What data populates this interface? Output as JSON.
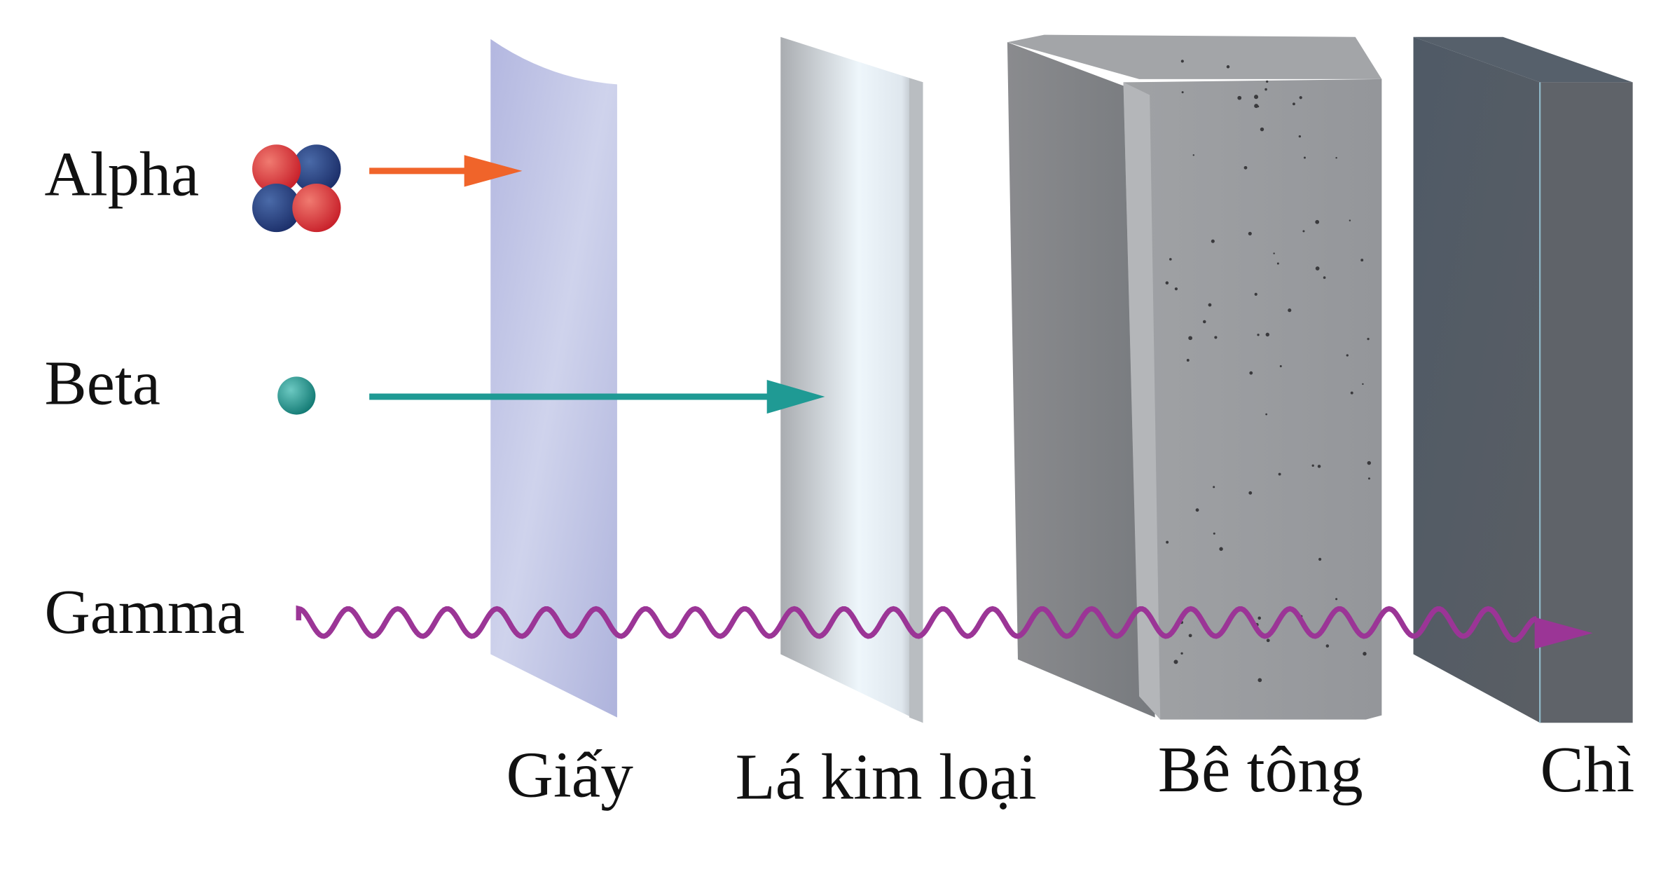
{
  "radiation": {
    "alpha": {
      "label": "Alpha",
      "color": "#f0642a"
    },
    "beta": {
      "label": "Beta",
      "color": "#1f9a94"
    },
    "gamma": {
      "label": "Gamma",
      "color": "#9b3596"
    }
  },
  "barriers": [
    {
      "label": "Giấy"
    },
    {
      "label": "Lá kim loại"
    },
    {
      "label": "Bê tông"
    },
    {
      "label": "Chì"
    }
  ]
}
